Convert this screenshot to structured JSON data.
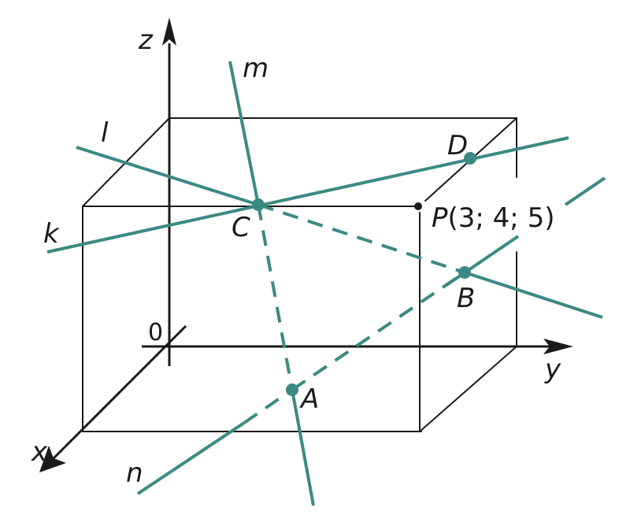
{
  "axes": {
    "x": "x",
    "y": "y",
    "z": "z",
    "origin": "0"
  },
  "lines": {
    "k": "k",
    "l": "l",
    "m": "m",
    "n": "n"
  },
  "points": {
    "A": "A",
    "B": "B",
    "C": "C",
    "D": "D"
  },
  "p_point": {
    "letter": "P",
    "coords": "(3; 4; 5)"
  },
  "colors": {
    "teal": "#3b8a82",
    "ink": "#1a1a1a"
  }
}
